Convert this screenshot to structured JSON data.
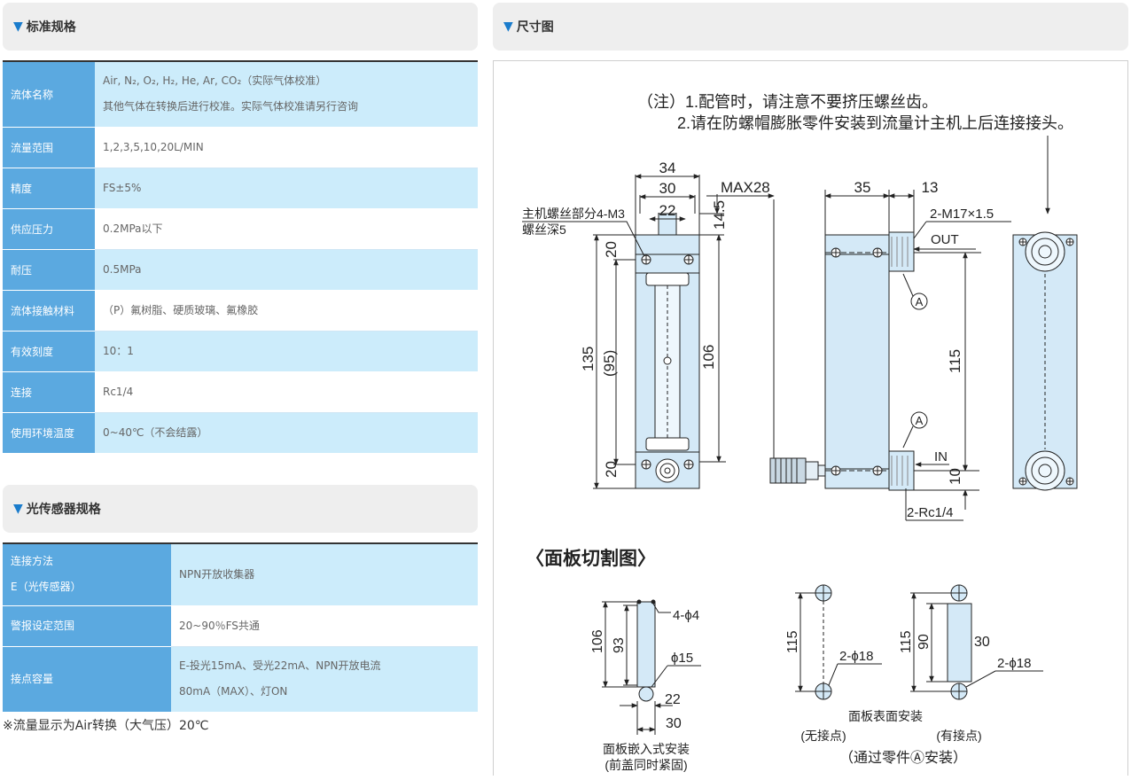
{
  "standard_spec": {
    "title": "标准规格",
    "rows": [
      {
        "label": "流体名称",
        "lines": [
          "Air, N₂, O₂, H₂, He, Ar, CO₂（实际气体校准）",
          "其他气体在转换后进行校准。实际气体校准请另行咨询"
        ]
      },
      {
        "label": "流量范围",
        "lines": [
          "1,2,3,5,10,20L/MIN"
        ]
      },
      {
        "label": "精度",
        "lines": [
          "FS±5%"
        ]
      },
      {
        "label": "供应压力",
        "lines": [
          "0.2MPa以下"
        ]
      },
      {
        "label": "耐压",
        "lines": [
          "0.5MPa"
        ]
      },
      {
        "label": "流体接触材料",
        "lines": [
          "（P）氟树脂、硬质玻璃、氟橡胶"
        ]
      },
      {
        "label": "有效刻度",
        "lines": [
          "10：1"
        ]
      },
      {
        "label": "连接",
        "lines": [
          "Rc1/4"
        ]
      },
      {
        "label": "使用环境温度",
        "lines": [
          "0~40℃（不会结露）"
        ]
      }
    ]
  },
  "sensor_spec": {
    "title": "光传感器规格",
    "rows": [
      {
        "label_lines": [
          "连接方法",
          "E（光传感器）"
        ],
        "lines": [
          "NPN开放收集器"
        ]
      },
      {
        "label_lines": [
          "警报设定范围"
        ],
        "lines": [
          "20~90％FS共通"
        ]
      },
      {
        "label_lines": [
          "接点容量"
        ],
        "lines": [
          "E-投光15mA、受光22mA、NPN开放电流",
          "80mA（MAX）、灯ON"
        ]
      }
    ]
  },
  "footnote": "※流量显示为Air转换（大气压）20℃",
  "dimension": {
    "title": "尺寸图",
    "note_line1": "（注）1.配管时，请注意不要挤压螺丝齿。",
    "note_line2": "2.请在防螺帽膨胀零件安装到流量计主机上后连接接头。",
    "front_dims": {
      "d34": "34",
      "d30": "30",
      "d22": "22",
      "d14_5": "14.5",
      "d20_top": "20",
      "d135": "135",
      "d95": "(95)",
      "d106": "106",
      "d20_bot": "20"
    },
    "screw_label1": "主机螺丝部分4-M3",
    "screw_label2": "螺丝深5",
    "side_dims": {
      "max28": "MAX28",
      "d35": "35",
      "d13": "13",
      "m17": "2-M17×1.5",
      "out": "OUT",
      "in": "IN",
      "d115": "115",
      "d10": "10",
      "rc": "2-Rc1/4",
      "a_top": "A",
      "a_bot": "A"
    },
    "panel_title": "〈面板切割图〉",
    "panel1": {
      "d106": "106",
      "d93": "93",
      "phi4": "4-ϕ4",
      "phi15": "ϕ15",
      "d22": "22",
      "d30": "30",
      "label1": "面板嵌入式安装",
      "label2": "(前盖同时紧固)"
    },
    "panel2": {
      "d115": "115",
      "phi18": "2-ϕ18",
      "label": "(无接点)"
    },
    "panel3": {
      "d115": "115",
      "d90": "90",
      "d30": "30",
      "phi18": "2-ϕ18",
      "label": "(有接点)"
    },
    "surface_label": "面板表面安装",
    "via_label": "（通过零件Ⓐ安装）"
  },
  "colors": {
    "header_bg": "#5ba9e0",
    "row_blue": "#ccecfb",
    "accent_triangle": "#1a7ccc",
    "part_fill": "#d4e9f7"
  }
}
